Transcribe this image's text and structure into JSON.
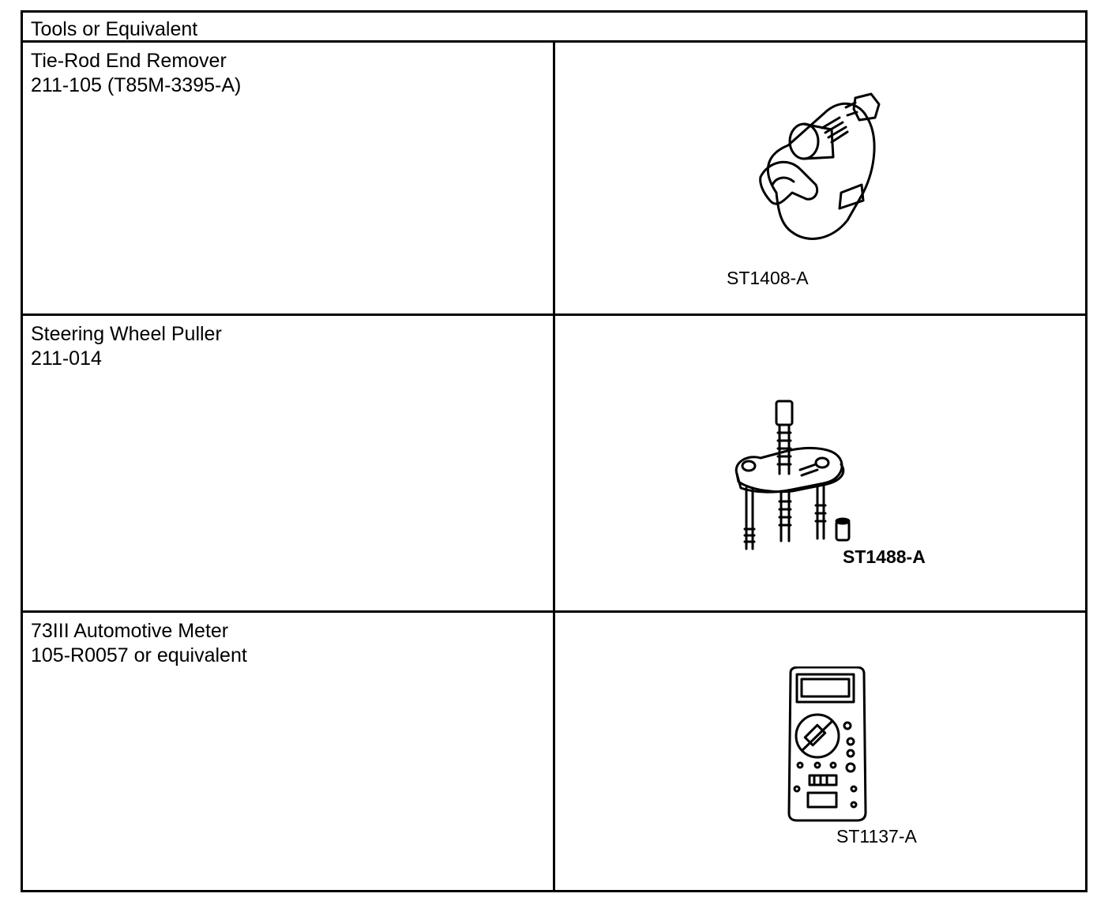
{
  "header": {
    "title": "Tools or Equivalent"
  },
  "tools": [
    {
      "name": "Tie-Rod End Remover",
      "number": "211-105 (T85M-3395-A)",
      "figure_code": "ST1408-A",
      "icon": "tie-rod-end-remover-icon"
    },
    {
      "name": "Steering Wheel Puller",
      "number": "211-014",
      "figure_code": "ST1488-A",
      "icon": "steering-wheel-puller-icon"
    },
    {
      "name": "73III Automotive Meter",
      "number": "105-R0057 or equivalent",
      "figure_code": "ST1137-A",
      "icon": "multimeter-icon"
    }
  ]
}
